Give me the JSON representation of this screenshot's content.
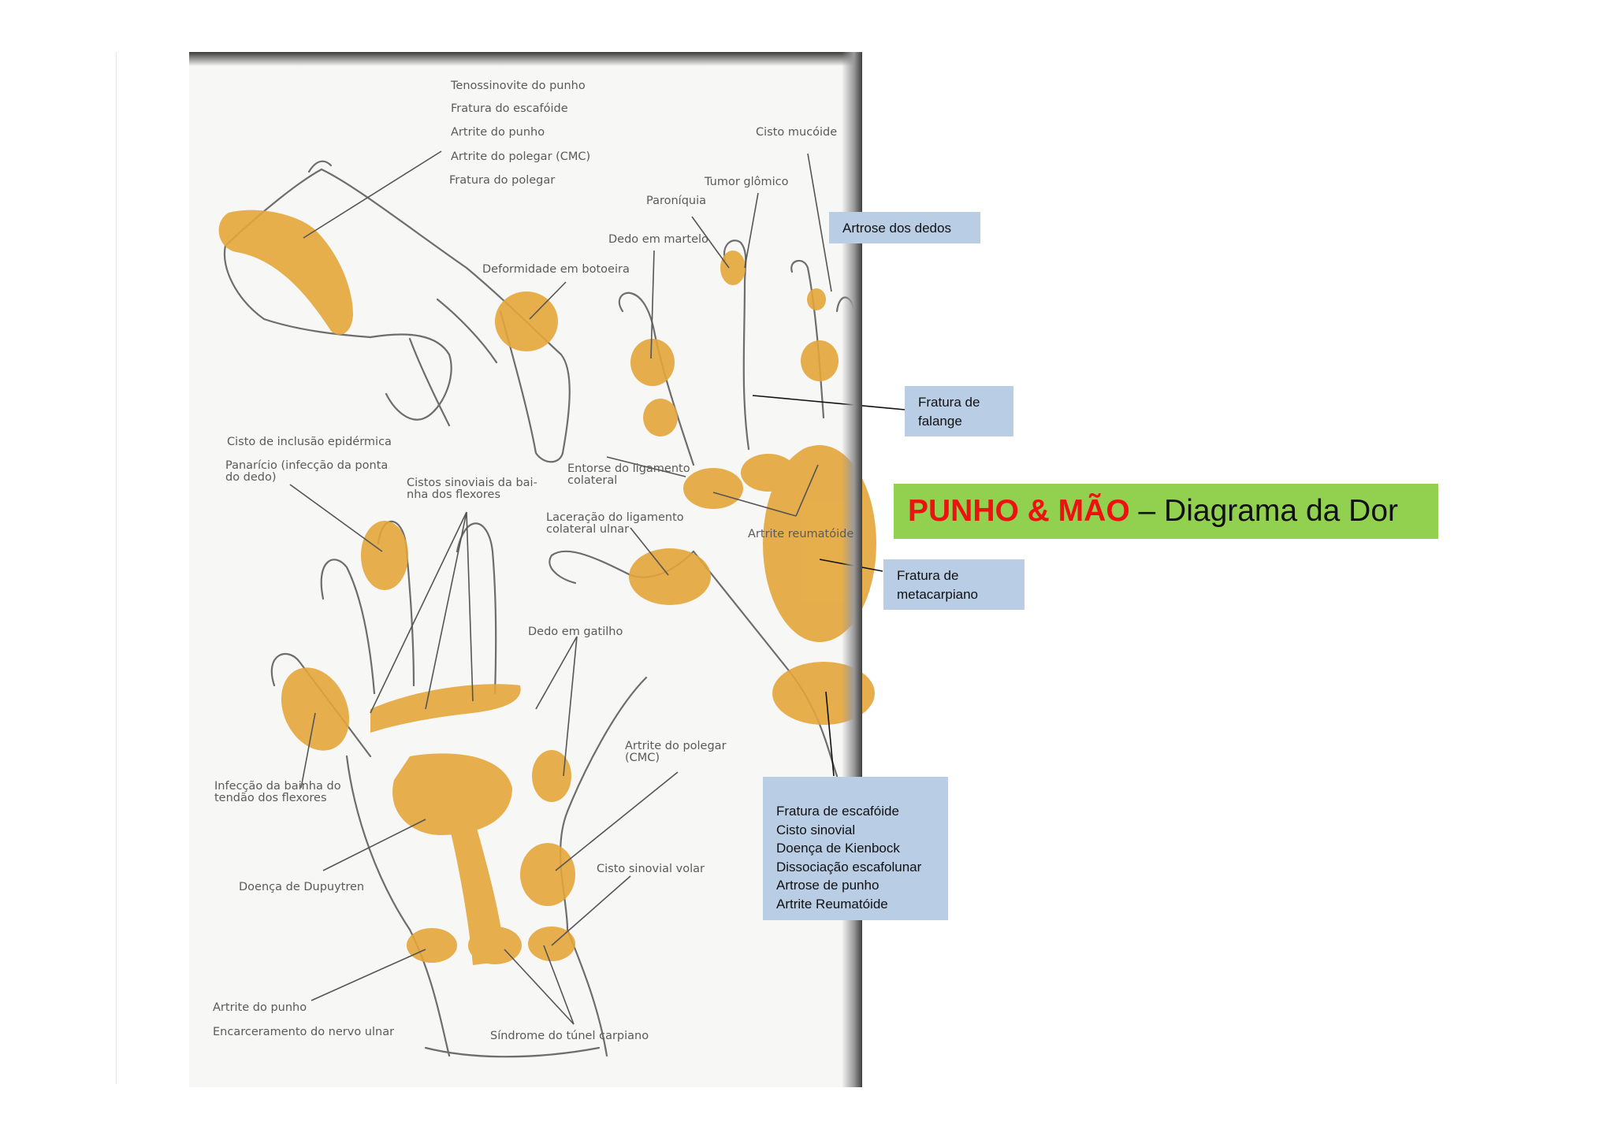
{
  "title": {
    "main": "PUNHO & MÃO",
    "separator": " – ",
    "sub": "Diagrama da Dor"
  },
  "callouts": {
    "artrose_dedos": [
      "Artrose dos dedos"
    ],
    "fratura_falange": [
      "Fratura de",
      "falange"
    ],
    "fratura_metacarpiano": [
      "Fratura de",
      "metacarpiano"
    ],
    "punho_list": [
      "Fratura de escafóide",
      "Cisto sinovial",
      "Doença de Kienbock",
      "Dissociação escafolunar",
      "Artrose de punho",
      "Artrite Reumatóide"
    ]
  },
  "figure_labels": {
    "tenossinovite": "Tenossinovite do punho",
    "fratura_escafoide": "Fratura do escafóide",
    "artrite_punho_top": "Artrite do punho",
    "artrite_polegar_cmc_top": "Artrite do polegar (CMC)",
    "fratura_polegar": "Fratura do polegar",
    "cisto_mucoide": "Cisto mucóide",
    "tumor_glomico": "Tumor glômico",
    "paroniquia": "Paroníquia",
    "dedo_martelo": "Dedo em martelo",
    "deformidade_botoeira": "Deformidade em botoeira",
    "cisto_inclusao": "Cisto de inclusão epidérmica",
    "panaricio_1": "Panarício (infecção da ponta",
    "panaricio_2": "do dedo)",
    "cistos_sinoviais_1": "Cistos sinoviais da bai-",
    "cistos_sinoviais_2": "nha dos flexores",
    "entorse_1": "Entorse do ligamento",
    "entorse_2": "colateral",
    "laceracao_1": "Laceração do ligamento",
    "laceracao_2": "colateral ulnar",
    "artrite_reumatoide": "Artrite reumatóide",
    "dedo_gatilho": "Dedo em gatilho",
    "artrite_polegar_1": "Artrite do polegar",
    "artrite_polegar_2": "(CMC)",
    "infeccao_bainha_1": "Infecção da bainha do",
    "infeccao_bainha_2": "tendão dos flexores",
    "dupuytren": "Doença de Dupuytren",
    "cisto_volar": "Cisto sinovial volar",
    "artrite_punho_bottom": "Artrite do punho",
    "encarceramento": "Encarceramento do nervo ulnar",
    "tunel_carpiano": "Síndrome do túnel carpiano"
  },
  "colors": {
    "pain_highlight": "#e4a53a",
    "callout_box": "#b9cde4",
    "title_banner": "#92d050",
    "title_main": "#ee1111"
  }
}
